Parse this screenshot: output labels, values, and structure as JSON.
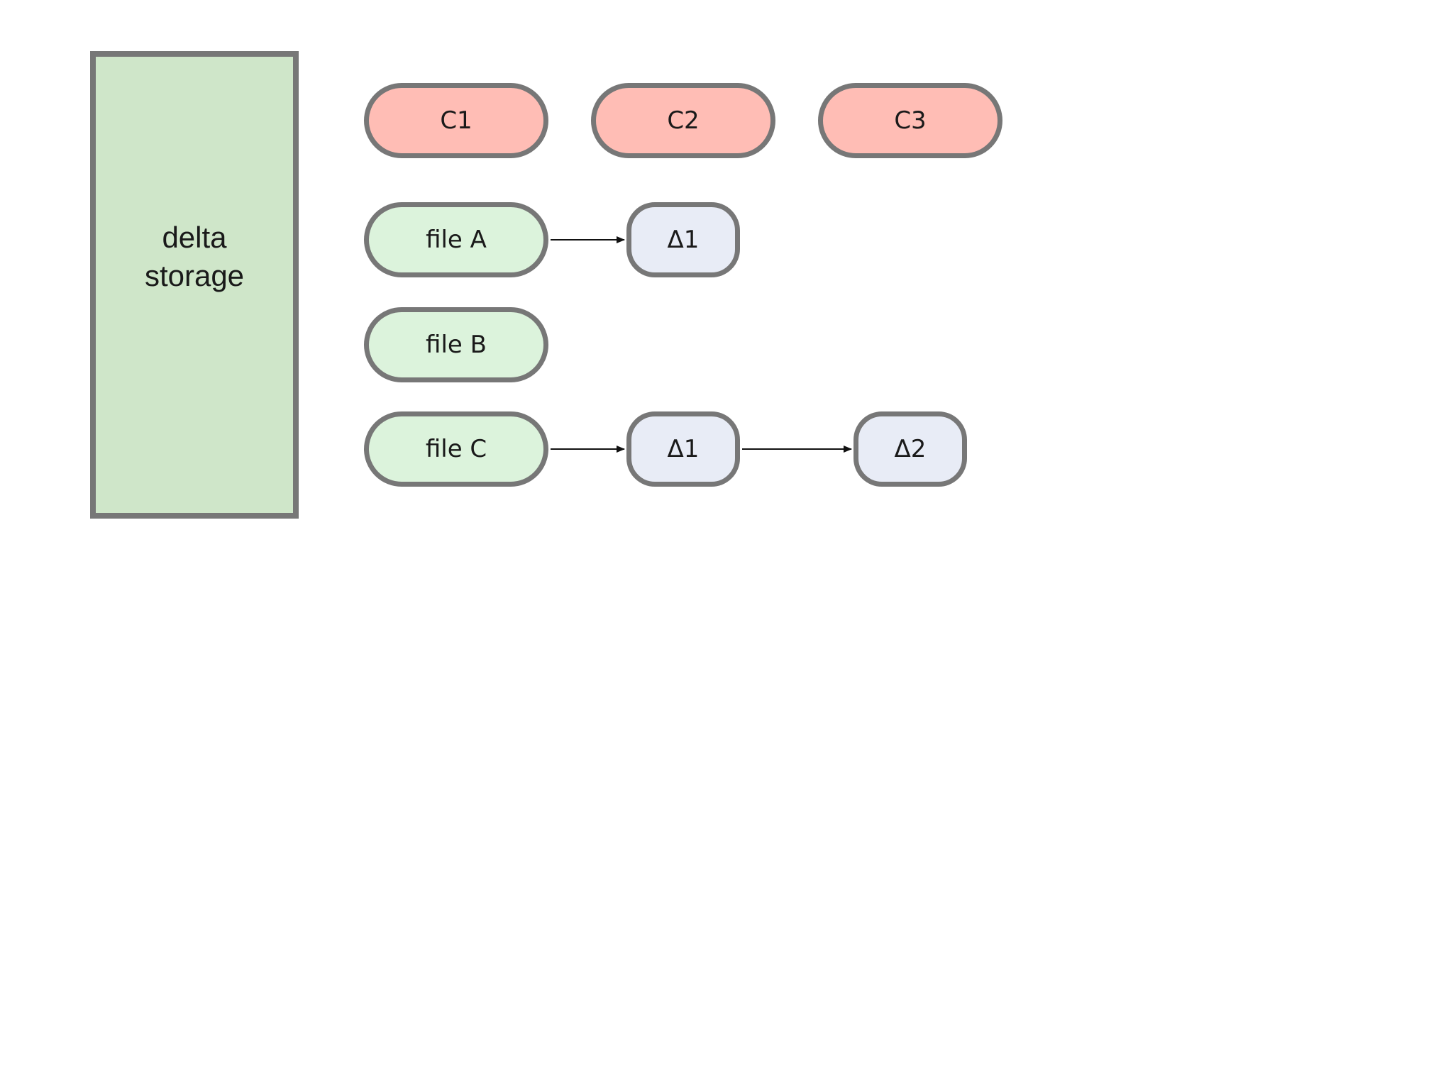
{
  "side_panel": {
    "line1": "delta",
    "line2": "storage"
  },
  "commits": [
    {
      "label": "C1"
    },
    {
      "label": "C2"
    },
    {
      "label": "C3"
    }
  ],
  "files": [
    {
      "label": "file A"
    },
    {
      "label": "file B"
    },
    {
      "label": "file C"
    }
  ],
  "deltas": {
    "file_a_d1": "Δ1",
    "file_c_d1": "Δ1",
    "file_c_d2": "Δ2"
  },
  "colors": {
    "side_fill": "#cfe6c9",
    "commit_fill": "#ffbdb5",
    "file_fill": "#dcf3dc",
    "delta_fill": "#e8ecf6",
    "border": "#777777"
  }
}
